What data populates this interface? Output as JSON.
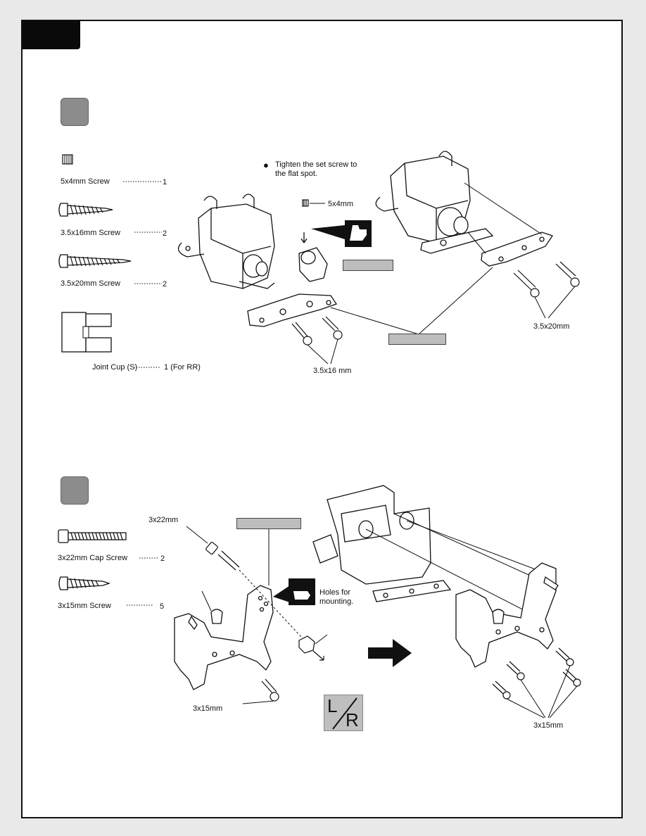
{
  "step1": {
    "note": "Tighten the set screw to\nthe flat spot.",
    "parts": [
      {
        "name": "5x4mm  Screw",
        "qty": "1"
      },
      {
        "name": "3.5x16mm  Screw",
        "qty": "2"
      },
      {
        "name": "3.5x20mm  Screw",
        "qty": "2"
      },
      {
        "name": "Joint Cup (S)",
        "qty": "1 (For RR)"
      }
    ],
    "callouts": {
      "set_screw": "5x4mm",
      "screws_left": "3.5x16 mm",
      "screws_right": "3.5x20mm"
    }
  },
  "step2": {
    "parts": [
      {
        "name": "3x22mm Cap Screw",
        "qty": "2"
      },
      {
        "name": "3x15mm Screw",
        "qty": "5"
      }
    ],
    "callouts": {
      "cap_screw": "3x22mm",
      "holes": "Holes for\nmounting.",
      "screw_left": "3x15mm",
      "screws_right": "3x15mm",
      "lr_top": "L",
      "lr_bottom": "R"
    }
  }
}
